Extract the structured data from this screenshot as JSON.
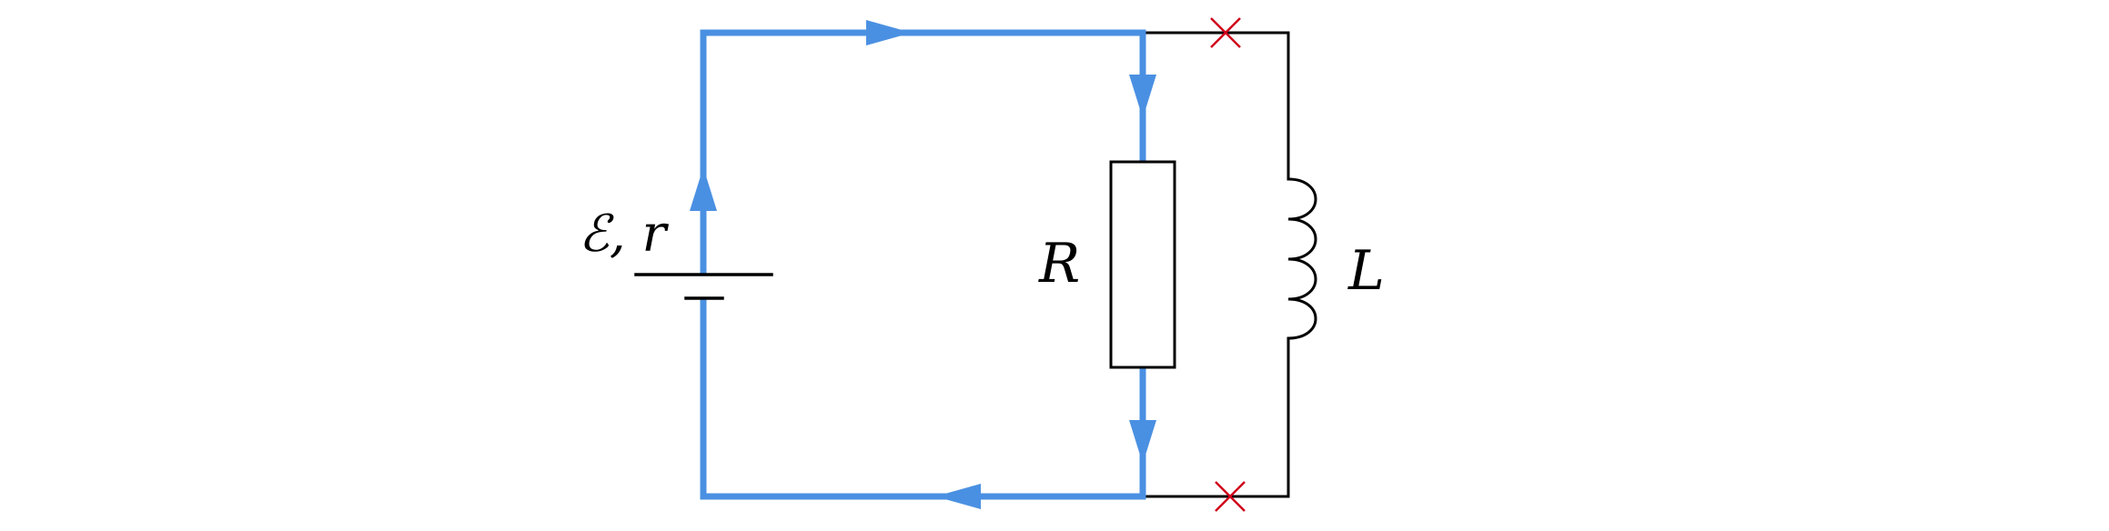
{
  "labels": {
    "source": "ℰ, r",
    "resistor": "R",
    "inductor": "L"
  },
  "colors": {
    "current": "#4a90e2",
    "wire": "#000000",
    "break_mark": "#d0021b",
    "background": "#ffffff"
  },
  "components": {
    "battery": "battery-icon",
    "resistor": "resistor-icon",
    "inductor": "inductor-coil-icon",
    "break_mark": "cross-mark-icon",
    "current_arrow": "arrowhead-icon"
  }
}
